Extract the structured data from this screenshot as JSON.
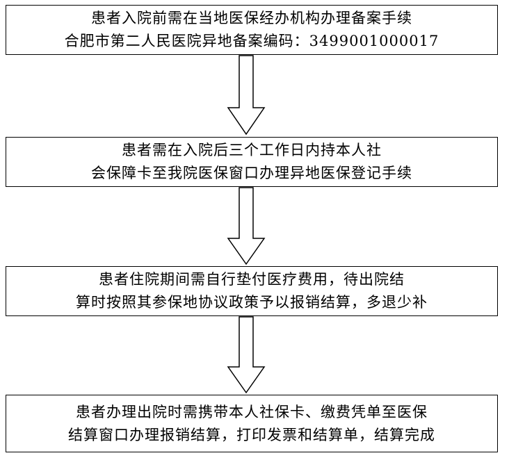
{
  "flowchart": {
    "steps": [
      {
        "line1": "患者入院前需在当地医保经办机构办理备案手续",
        "line2": "合肥市第二人民医院异地备案编码：3499001000017"
      },
      {
        "line1": "患者需在入院后三个工作日内持本人社",
        "line2": "会保障卡至我院医保窗口办理异地医保登记手续"
      },
      {
        "line1": "患者住院期间需自行垫付医疗费用，待出院结",
        "line2": "算时按照其参保地协议政策予以报销结算，多退少补"
      },
      {
        "line1": "患者办理出院时需携带本人社保卡、缴费凭单至医保",
        "line2": "结算窗口办理报销结算，打印发票和结算单，结算完成"
      }
    ],
    "colors": {
      "border": "#000000",
      "background": "#ffffff",
      "text": "#000000"
    }
  }
}
